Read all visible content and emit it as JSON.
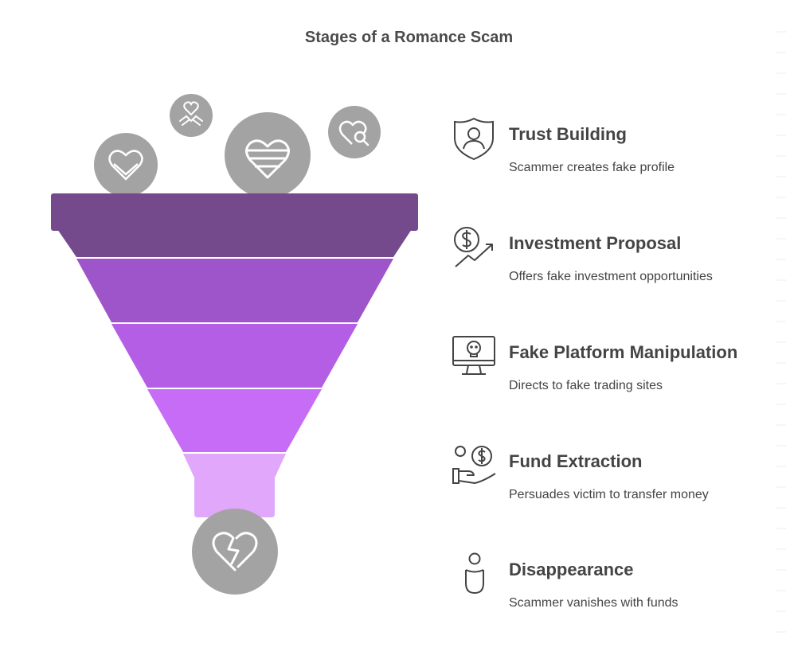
{
  "title": "Stages of a Romance Scam",
  "colors": {
    "layer1": "#744a8c",
    "layer2": "#9e55c9",
    "layer3": "#b45ee6",
    "layer4": "#c76cf7",
    "layer5": "#e0a7fb",
    "circle": "#a3a3a3",
    "text": "#444444"
  },
  "top_icons": [
    "heart-icon",
    "heart-hands-icon",
    "striped-heart-icon",
    "heart-search-icon"
  ],
  "bottom_icon": "broken-heart-icon",
  "stages": [
    {
      "title": "Trust Building",
      "description": "Scammer creates fake profile",
      "icon": "shield-user-icon"
    },
    {
      "title": "Investment Proposal",
      "description": "Offers fake investment opportunities",
      "icon": "dollar-growth-icon"
    },
    {
      "title": "Fake Platform Manipulation",
      "description": "Directs to fake trading sites",
      "icon": "monitor-skull-icon"
    },
    {
      "title": "Fund Extraction",
      "description": "Persuades victim to transfer money",
      "icon": "hand-coin-icon"
    },
    {
      "title": "Disappearance",
      "description": "Scammer vanishes with funds",
      "icon": "person-vanish-icon"
    }
  ]
}
